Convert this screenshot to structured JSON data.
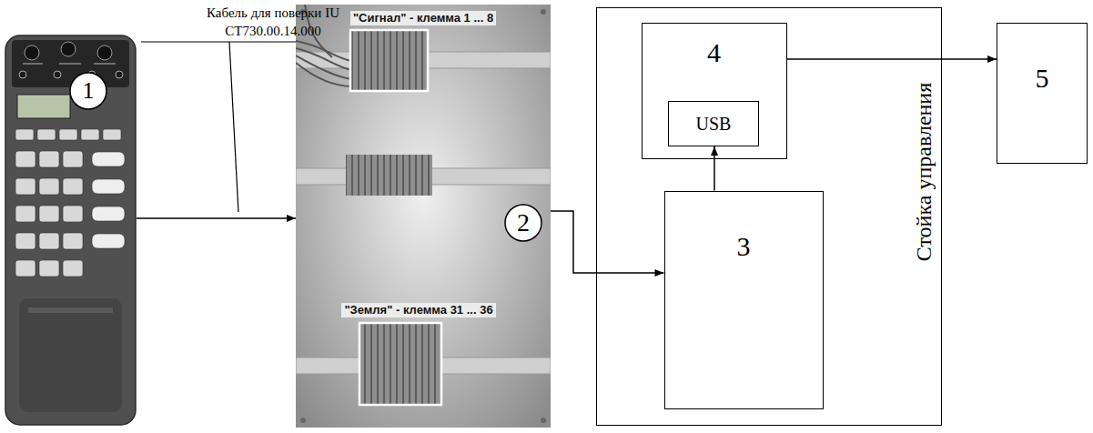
{
  "diagram": {
    "nodes": [
      {
        "text": [
          "1"
        ]
      },
      {
        "text": [
          "2",
          "\"Сигнал\" - клемма 1 ... 8",
          "\"Земля\" - клемма 31 ... 36"
        ]
      },
      {
        "text": [
          "Стойка управления"
        ]
      },
      {
        "text": [
          "4"
        ],
        "in": 2
      },
      {
        "text": [
          "USB"
        ],
        "in": 3
      },
      {
        "text": [
          "3"
        ],
        "in": 2
      },
      {
        "text": [
          "5"
        ]
      }
    ],
    "edges": [
      {
        "from": 0,
        "to": 1,
        "arrow": "to"
      },
      {
        "from": 1,
        "to": 5,
        "arrow": "to"
      },
      {
        "from": 5,
        "to": 4,
        "arrow": "to"
      },
      {
        "from": 3,
        "to": 6,
        "arrow": "to"
      }
    ],
    "labels": [
      "Кабель для поверки IU СТ730.00.14.000"
    ]
  }
}
